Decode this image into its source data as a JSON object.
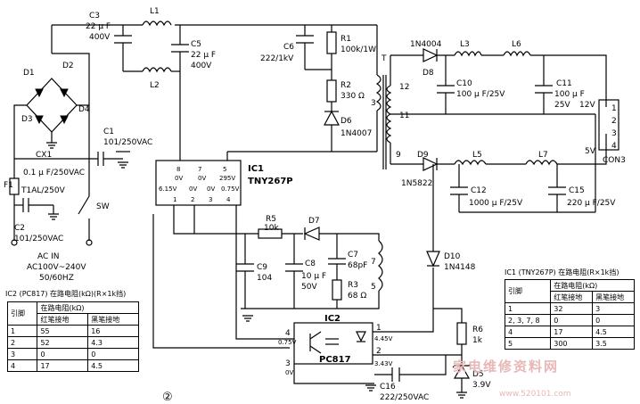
{
  "labels": {
    "L1": "L1",
    "L2": "L2",
    "C3": "C3",
    "C3v1": "22 μ F",
    "C3v2": "400V",
    "C5": "C5",
    "C5v1": "22 μ F",
    "C5v2": "400V",
    "C6": "C6",
    "C6v": "222/1kV",
    "R1": "R1",
    "R1v": "100k/1W",
    "R2": "R2",
    "R2v": "330 Ω",
    "D6": "D6",
    "D6v": "1N4007",
    "T": "T",
    "D1": "D1",
    "D2": "D2",
    "D3": "D3",
    "D4": "D4",
    "C1": "C1",
    "C1v": "101/250VAC",
    "CX1": "CX1",
    "CX1v": "0.1 μ F/250VAC",
    "F1": "F1",
    "F1v": "T1AL/250V",
    "C2": "C2",
    "C2v": "101/250VAC",
    "SW": "SW",
    "AC": "AC   IN",
    "ACv1": "AC100V~240V",
    "ACv2": "50/60HZ",
    "IC1": "IC1",
    "IC1v": "TNY267P",
    "p8": "8",
    "p7": "7",
    "p5": "5",
    "p1": "1",
    "p2": "2",
    "p3": "3",
    "p4": "4",
    "v0a": "0V",
    "v0b": "0V",
    "v295": "295V",
    "v615": "6.15V",
    "v0c": "0V",
    "v0d": "0V",
    "v075": "0.75V",
    "R5": "R5",
    "R5v": "10k",
    "D7": "D7",
    "C9": "C9",
    "C9v": "104",
    "C8": "C8",
    "C8v1": "10 μ F",
    "C8v2": "50V",
    "C7": "C7",
    "C7v": "68pF",
    "R3": "R3",
    "R3v": "68 Ω",
    "t7": "7",
    "t5": "5",
    "D8v": "1N4004",
    "D8": "D8",
    "L3": "L3",
    "L6": "L6",
    "C10": "C10",
    "C10v": "100 μ F/25V",
    "C11": "C11",
    "C11v1": "100 μ F",
    "C11v2": "25V",
    "t12": "12",
    "t11": "11",
    "t3": "3",
    "t9": "9",
    "v12": "12V",
    "v5": "5V",
    "c1": "1",
    "c2": "2",
    "c3": "3",
    "c4": "4",
    "CON3": "CON3",
    "D9": "D9",
    "D9v": "1N5822",
    "L5": "L5",
    "L7": "L7",
    "C12": "C12",
    "C12v": "1000 μ F/25V",
    "C15": "C15",
    "C15v": "220 μ F/25V",
    "D10": "D10",
    "D10v": "1N4148",
    "IC2": "IC2",
    "IC2v": "PC817",
    "i1": "1",
    "i2": "2",
    "i3": "3",
    "i4": "4",
    "iv1": "4.45V",
    "iv2": "3.43V",
    "iv4": "0.75V",
    "iv3": "0V",
    "R6": "R6",
    "R6v": "1k",
    "D5": "D5",
    "D5v": "3.9V",
    "C16": "C16",
    "C16v": "222/250VAC"
  },
  "table1": {
    "caption": "IC2 (PC817) 在路电阻(kΩ)(R×1k挡)",
    "header_group": "在路电阻(kΩ)",
    "col_pin": "引脚",
    "col_red": "红笔接地",
    "col_black": "黑笔接地",
    "rows": [
      [
        "1",
        "55",
        "16"
      ],
      [
        "2",
        "52",
        "4.3"
      ],
      [
        "3",
        "0",
        "0"
      ],
      [
        "4",
        "17",
        "4.5"
      ]
    ]
  },
  "table2": {
    "caption": "IC1 (TNY267P) 在路电阻(R×1k挡)",
    "header_group": "在路电阻(kΩ)",
    "col_pin": "引脚",
    "col_red": "红笔接地",
    "col_black": "黑笔接地",
    "rows": [
      [
        "1",
        "32",
        "3"
      ],
      [
        "2, 3, 7, 8",
        "0",
        "0"
      ],
      [
        "4",
        "17",
        "4.5"
      ],
      [
        "5",
        "300",
        "3.5"
      ]
    ]
  },
  "figure_mark": "②",
  "watermark": "家电维修资料网",
  "watermark_url": "www.520101.com"
}
